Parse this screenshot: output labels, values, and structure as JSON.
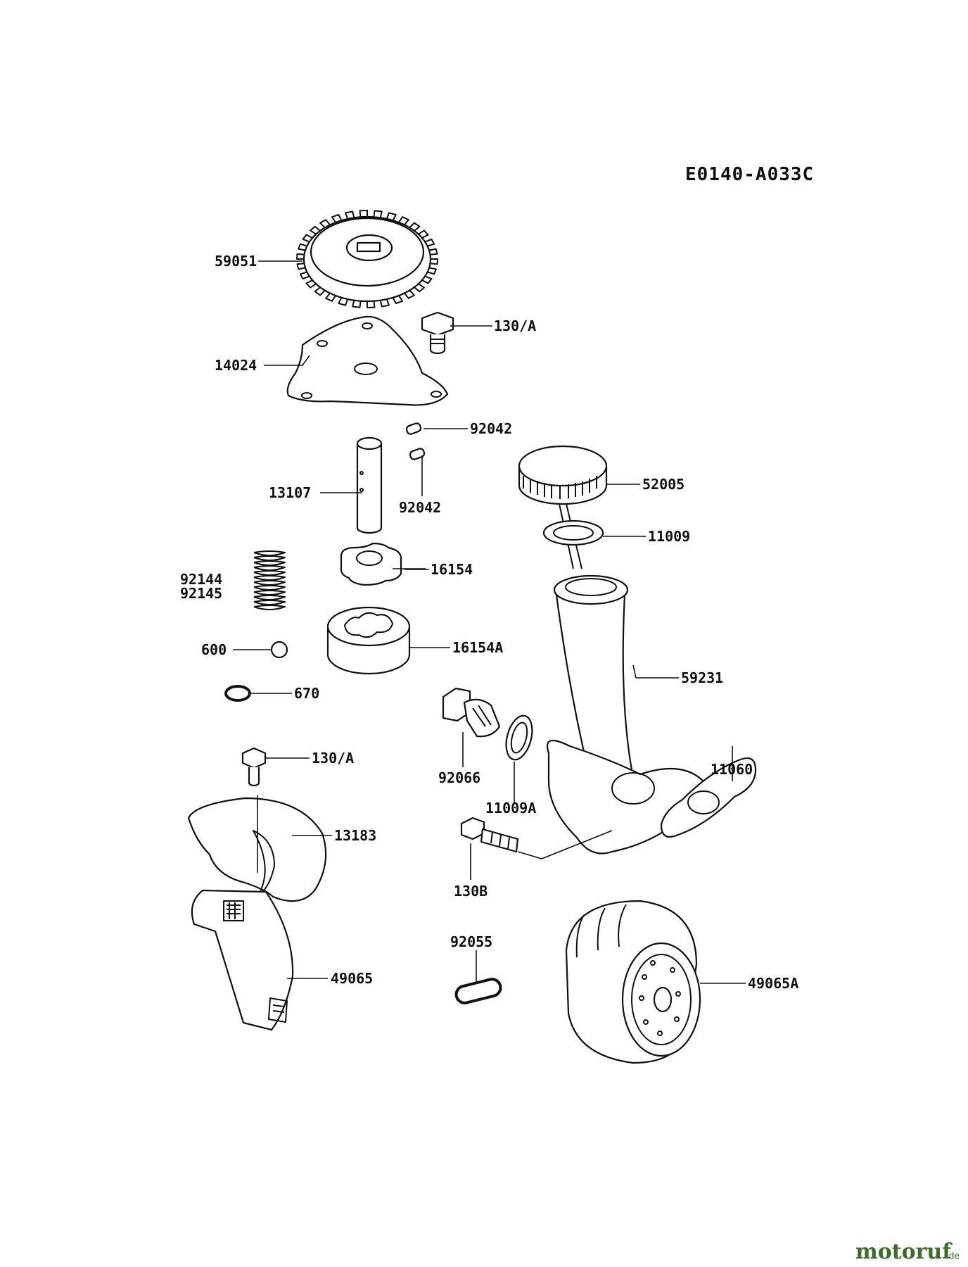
{
  "diagram_code": "E0140-A033C",
  "watermark": {
    "text": "motoruf",
    "suffix": ".de",
    "color": "#3d6b2c"
  },
  "parts": [
    {
      "id": "59051",
      "label": "59051"
    },
    {
      "id": "130A_top",
      "label": "130/A"
    },
    {
      "id": "14024",
      "label": "14024"
    },
    {
      "id": "92042_a",
      "label": "92042"
    },
    {
      "id": "92042_b",
      "label": "92042"
    },
    {
      "id": "13107",
      "label": "13107"
    },
    {
      "id": "52005",
      "label": "52005"
    },
    {
      "id": "11009",
      "label": "11009"
    },
    {
      "id": "92144",
      "label": "92144"
    },
    {
      "id": "92145",
      "label": "92145"
    },
    {
      "id": "16154",
      "label": "16154"
    },
    {
      "id": "600",
      "label": "600"
    },
    {
      "id": "16154A",
      "label": "16154A"
    },
    {
      "id": "59231",
      "label": "59231"
    },
    {
      "id": "670",
      "label": "670"
    },
    {
      "id": "130A_bottom",
      "label": "130/A"
    },
    {
      "id": "92066",
      "label": "92066"
    },
    {
      "id": "11060",
      "label": "11060"
    },
    {
      "id": "11009A",
      "label": "11009A"
    },
    {
      "id": "13183",
      "label": "13183"
    },
    {
      "id": "130B",
      "label": "130B"
    },
    {
      "id": "92055",
      "label": "92055"
    },
    {
      "id": "49065",
      "label": "49065"
    },
    {
      "id": "49065A",
      "label": "49065A"
    }
  ]
}
